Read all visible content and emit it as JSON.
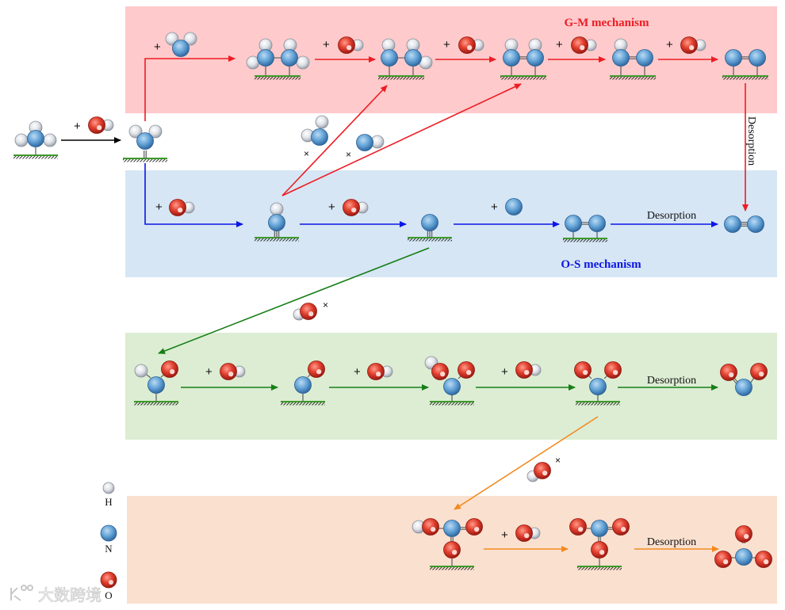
{
  "colors": {
    "gm_band": "#fecacb",
    "os_band": "#d6e6f4",
    "green_band": "#dcedd3",
    "orange_band": "#fae0cf",
    "gm_arrow": "#ee1c24",
    "os_arrow": "#0b16e5",
    "green_arrow": "#177e17",
    "orange_arrow": "#f28a20",
    "start_arrow": "#000000",
    "atom_H": "#d9dce3",
    "atom_N": "#5e9fd4",
    "atom_O": "#e2402f",
    "surface": "#3c9a2a"
  },
  "labels": {
    "gm_mechanism": "G-M mechanism",
    "os_mechanism": "O-S mechanism",
    "desorption": "Desorption",
    "plus": "+",
    "cross": "×"
  },
  "legend": [
    {
      "element": "H",
      "label": "H"
    },
    {
      "element": "N",
      "label": "N"
    },
    {
      "element": "O",
      "label": "O"
    }
  ],
  "species": {
    "start": "NH3*",
    "intermediate": "NH2*",
    "gm_path": [
      "N2H4*",
      "N2H3*",
      "N2H2*",
      "N2H*",
      "N2*"
    ],
    "os_path": [
      "NH*",
      "N*",
      "N2*",
      "N2"
    ],
    "green_path": [
      "HNO*",
      "NO*",
      "HNO2*",
      "NO2*",
      "NO2"
    ],
    "orange_path": [
      "HNO3*",
      "NO3*",
      "NO3"
    ],
    "reactants": {
      "OH": "OH",
      "NH3": "NH3",
      "NH2": "NH2",
      "N": "N"
    }
  },
  "watermark": "大数跨境"
}
